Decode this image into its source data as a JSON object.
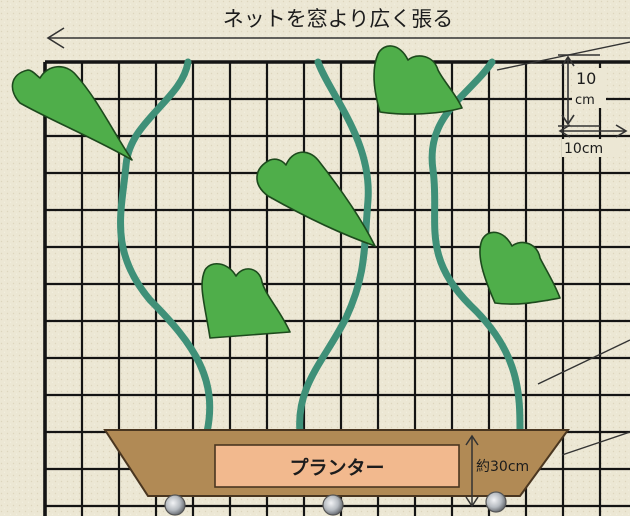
{
  "labels": {
    "title": "ネットを窓より広く張る",
    "grid_height_value": "10",
    "grid_height_unit": "cm",
    "grid_width": "10cm",
    "planter": "プランター",
    "planter_height": "約30cm"
  },
  "colors": {
    "background": "#ece7d4",
    "grid_line": "#141414",
    "vine": "#3f9078",
    "leaf": "#4fae4a",
    "leaf_outline": "#1d4a1d",
    "planter": "#b18a55",
    "planter_label_box": "#f2b98e",
    "hardware": "#b7bcc2"
  },
  "icons": {
    "leaf": "heart-shaped-leaf",
    "bolt": "screw-bolt-icon"
  }
}
